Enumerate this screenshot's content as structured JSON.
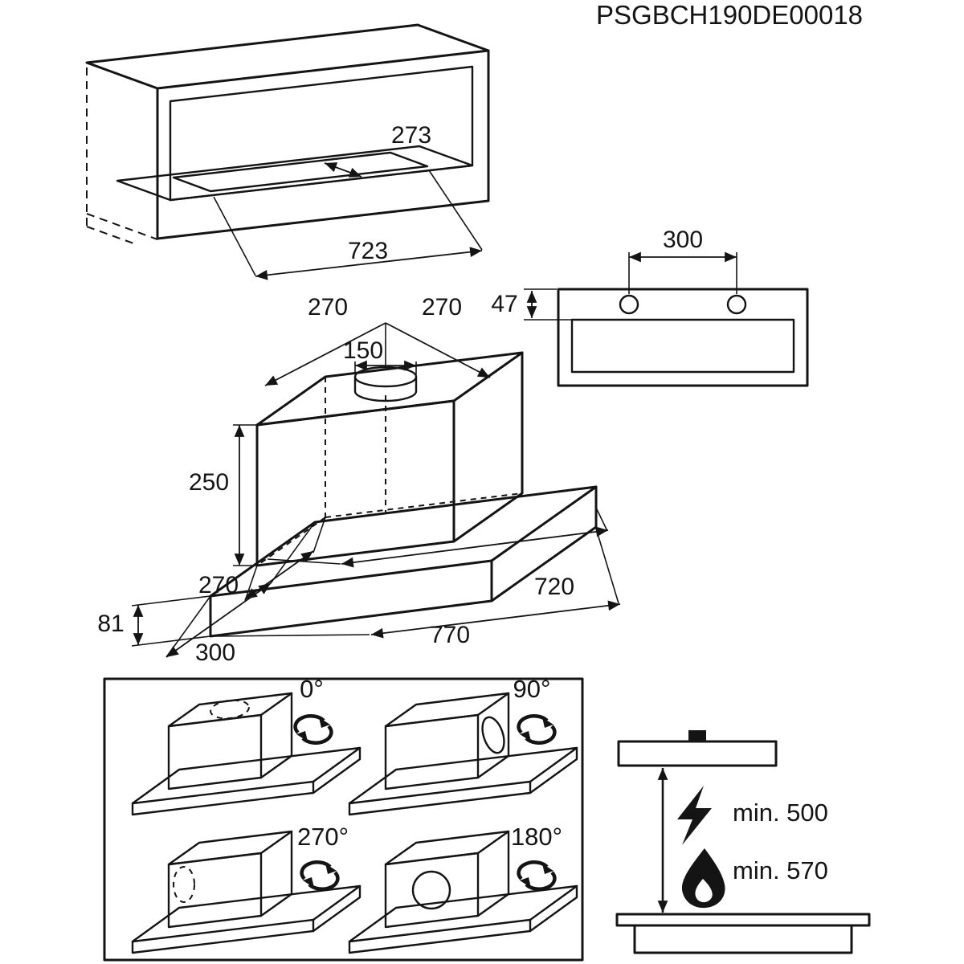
{
  "part_number": "PSGBCH190DE00018",
  "cabinet": {
    "cutout_depth": "273",
    "cutout_width": "723"
  },
  "front_view": {
    "hole_spacing": "300",
    "hole_top_offset": "47"
  },
  "hood": {
    "duct_offset_left": "270",
    "duct_offset_right": "270",
    "duct_diameter": "150",
    "body_height": "250",
    "base_height": "81",
    "base_depth": "300",
    "body_depth": "270",
    "body_width": "720",
    "base_width": "770"
  },
  "rotation": {
    "top_left": "0°",
    "top_right": "90°",
    "bottom_left": "270°",
    "bottom_right": "180°"
  },
  "clearance": {
    "electric_min": "min. 500",
    "gas_min": "min. 570"
  },
  "colors": {
    "ink": "#141414",
    "background": "#ffffff"
  }
}
